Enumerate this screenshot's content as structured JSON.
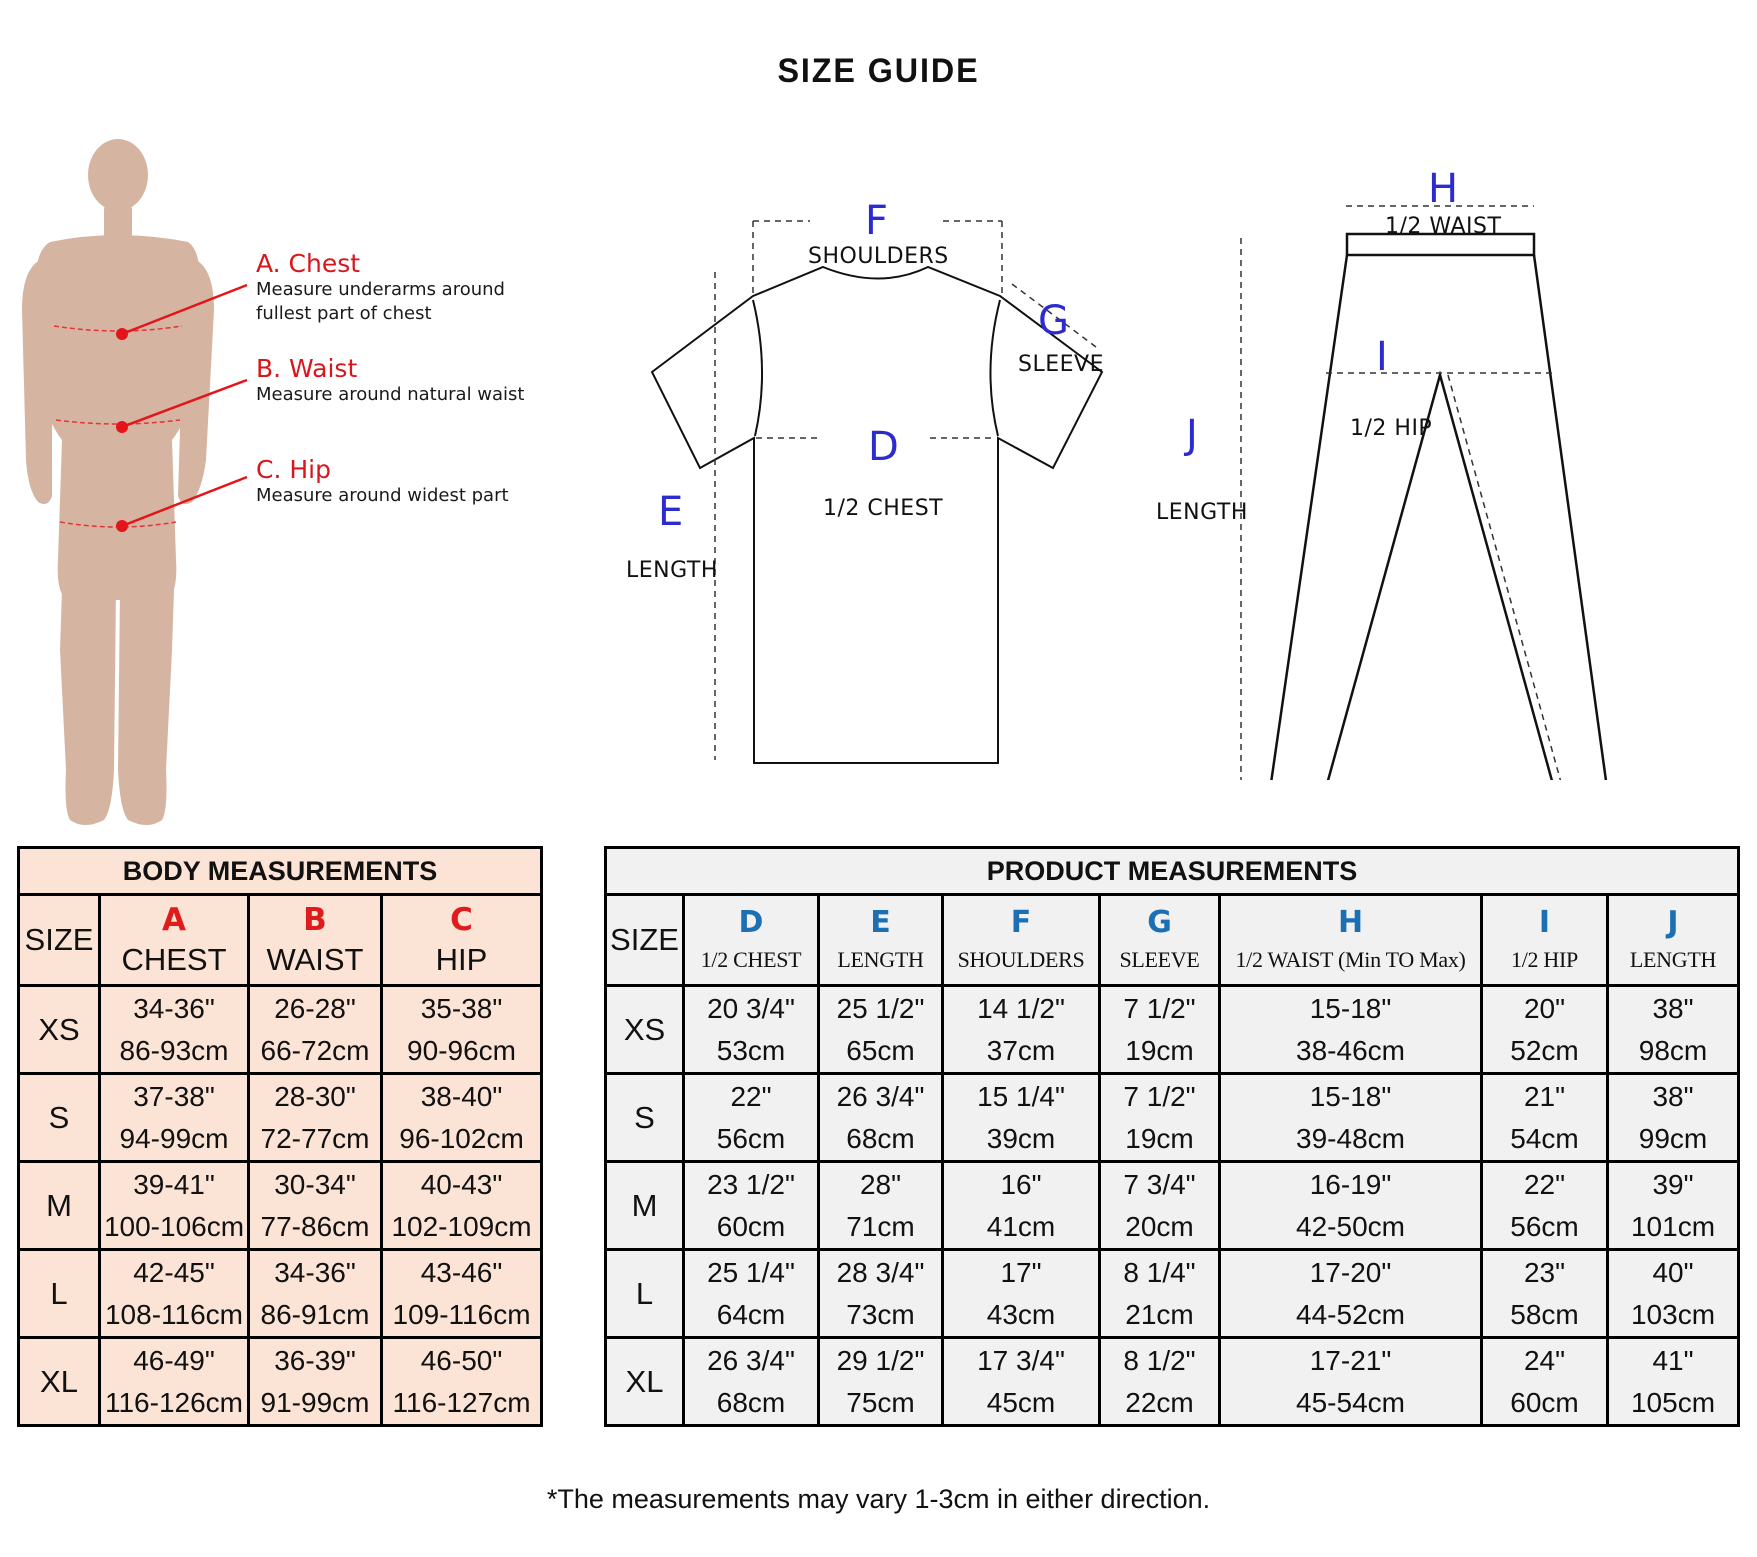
{
  "title": "SIZE GUIDE",
  "body_figure": {
    "annotations": [
      {
        "title": "A. Chest",
        "desc_lines": [
          "Measure underarms around",
          "fullest part of chest"
        ]
      },
      {
        "title": "B. Waist",
        "desc_lines": [
          "Measure around natural waist"
        ]
      },
      {
        "title": "C. Hip",
        "desc_lines": [
          "Measure around widest part"
        ]
      }
    ],
    "colors": {
      "skin": "#d5b5a1",
      "marker": "#e3151b"
    }
  },
  "tshirt_diagram": {
    "labels": [
      {
        "letter": "F",
        "text": "SHOULDERS"
      },
      {
        "letter": "G",
        "text": "SLEEVE"
      },
      {
        "letter": "D",
        "text": "1/2 CHEST"
      },
      {
        "letter": "E",
        "text": "LENGTH"
      }
    ]
  },
  "pants_diagram": {
    "labels": [
      {
        "letter": "H",
        "text": "1/2  WAIST"
      },
      {
        "letter": "I",
        "text": "1/2  HIP"
      },
      {
        "letter": "J",
        "text": "LENGTH"
      }
    ]
  },
  "body_table": {
    "title": "BODY MEASUREMENTS",
    "size_header": "SIZE",
    "columns": [
      {
        "letter": "A",
        "name": "CHEST"
      },
      {
        "letter": "B",
        "name": "WAIST"
      },
      {
        "letter": "C",
        "name": "HIP"
      }
    ],
    "rows": [
      {
        "size": "XS",
        "cells": [
          [
            "34-36\"",
            "86-93cm"
          ],
          [
            "26-28\"",
            "66-72cm"
          ],
          [
            "35-38\"",
            "90-96cm"
          ]
        ]
      },
      {
        "size": "S",
        "cells": [
          [
            "37-38\"",
            "94-99cm"
          ],
          [
            "28-30\"",
            "72-77cm"
          ],
          [
            "38-40\"",
            "96-102cm"
          ]
        ]
      },
      {
        "size": "M",
        "cells": [
          [
            "39-41\"",
            "100-106cm"
          ],
          [
            "30-34\"",
            "77-86cm"
          ],
          [
            "40-43\"",
            "102-109cm"
          ]
        ]
      },
      {
        "size": "L",
        "cells": [
          [
            "42-45\"",
            "108-116cm"
          ],
          [
            "34-36\"",
            "86-91cm"
          ],
          [
            "43-46\"",
            "109-116cm"
          ]
        ]
      },
      {
        "size": "XL",
        "cells": [
          [
            "46-49\"",
            "116-126cm"
          ],
          [
            "36-39\"",
            "91-99cm"
          ],
          [
            "46-50\"",
            "116-127cm"
          ]
        ]
      }
    ],
    "colors": {
      "background": "#fbe3d6",
      "letter": "#e01b1b"
    }
  },
  "product_table": {
    "title": "PRODUCT MEASUREMENTS",
    "size_header": "SIZE",
    "columns": [
      {
        "letter": "D",
        "name": "1/2 CHEST"
      },
      {
        "letter": "E",
        "name": "LENGTH"
      },
      {
        "letter": "F",
        "name": "SHOULDERS"
      },
      {
        "letter": "G",
        "name": "SLEEVE"
      },
      {
        "letter": "H",
        "name": "1/2 WAIST (Min TO Max)"
      },
      {
        "letter": "I",
        "name": "1/2 HIP"
      },
      {
        "letter": "J",
        "name": "LENGTH"
      }
    ],
    "rows": [
      {
        "size": "XS",
        "cells": [
          [
            "20 3/4\"",
            "53cm"
          ],
          [
            "25 1/2\"",
            "65cm"
          ],
          [
            "14 1/2\"",
            "37cm"
          ],
          [
            "7 1/2\"",
            "19cm"
          ],
          [
            "15-18\"",
            "38-46cm"
          ],
          [
            "20\"",
            "52cm"
          ],
          [
            "38\"",
            "98cm"
          ]
        ]
      },
      {
        "size": "S",
        "cells": [
          [
            "22\"",
            "56cm"
          ],
          [
            "26 3/4\"",
            "68cm"
          ],
          [
            "15 1/4\"",
            "39cm"
          ],
          [
            "7 1/2\"",
            "19cm"
          ],
          [
            "15-18\"",
            "39-48cm"
          ],
          [
            "21\"",
            "54cm"
          ],
          [
            "38\"",
            "99cm"
          ]
        ]
      },
      {
        "size": "M",
        "cells": [
          [
            "23 1/2\"",
            "60cm"
          ],
          [
            "28\"",
            "71cm"
          ],
          [
            "16\"",
            "41cm"
          ],
          [
            "7 3/4\"",
            "20cm"
          ],
          [
            "16-19\"",
            "42-50cm"
          ],
          [
            "22\"",
            "56cm"
          ],
          [
            "39\"",
            "101cm"
          ]
        ]
      },
      {
        "size": "L",
        "cells": [
          [
            "25 1/4\"",
            "64cm"
          ],
          [
            "28 3/4\"",
            "73cm"
          ],
          [
            "17\"",
            "43cm"
          ],
          [
            "8 1/4\"",
            "21cm"
          ],
          [
            "17-20\"",
            "44-52cm"
          ],
          [
            "23\"",
            "58cm"
          ],
          [
            "40\"",
            "103cm"
          ]
        ]
      },
      {
        "size": "XL",
        "cells": [
          [
            "26 3/4\"",
            "68cm"
          ],
          [
            "29 1/2\"",
            "75cm"
          ],
          [
            "17 3/4\"",
            "45cm"
          ],
          [
            "8 1/2\"",
            "22cm"
          ],
          [
            "17-21\"",
            "45-54cm"
          ],
          [
            "24\"",
            "60cm"
          ],
          [
            "41\"",
            "105cm"
          ]
        ]
      }
    ],
    "colors": {
      "background": "#f1f1f1",
      "letter": "#1d6fb3"
    }
  },
  "footer_note": "*The measurements may vary 1-3cm in either direction."
}
